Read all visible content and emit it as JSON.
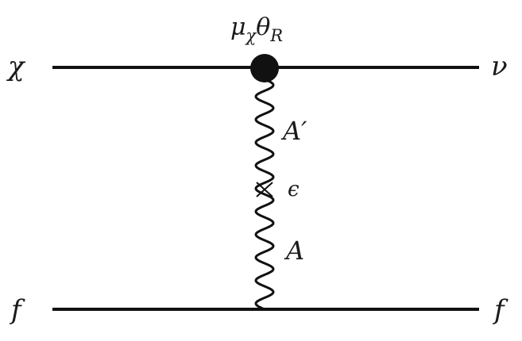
{
  "diagram": {
    "type": "feynman-diagram",
    "vertex_label": {
      "base": "μ",
      "sub": "χ",
      "base2": "θ",
      "sub2": "R"
    },
    "particles": {
      "top_left": "χ",
      "top_right": "ν",
      "bottom_left": "f",
      "bottom_right": "f"
    },
    "propagator": {
      "upper_label": "A′",
      "mixing_label": "ϵ",
      "lower_label": "A"
    },
    "colors": {
      "lines": "#111111",
      "background": "#ffffff"
    }
  }
}
